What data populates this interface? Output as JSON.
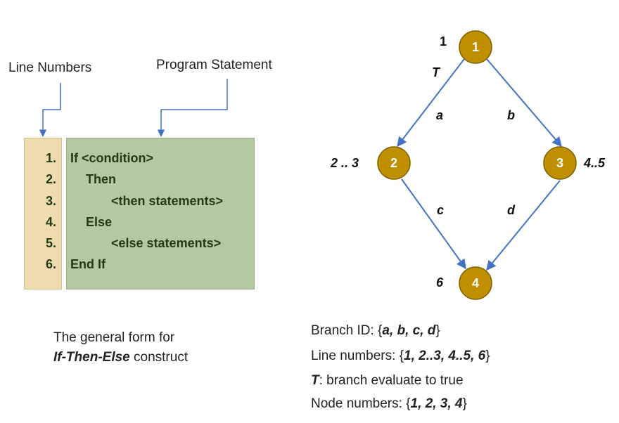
{
  "labels": {
    "line_numbers": "Line Numbers",
    "program_statement": "Program Statement"
  },
  "code": {
    "line_numbers": [
      "1.",
      "2.",
      "3.",
      "4.",
      "5.",
      "6."
    ],
    "statements": [
      "If <condition>",
      "Then",
      "<then statements>",
      "Else",
      "<else statements>",
      "End If"
    ]
  },
  "caption": {
    "line1": "The general form for",
    "line2_emphasis": "If-Then-Else",
    "line2_rest": " construct"
  },
  "graph": {
    "nodes": [
      {
        "id": "1",
        "side_label": "1"
      },
      {
        "id": "2",
        "side_label": "2 .. 3"
      },
      {
        "id": "3",
        "side_label": "4..5"
      },
      {
        "id": "4",
        "side_label": "6"
      }
    ],
    "edges": [
      {
        "from": "1",
        "to": "2",
        "label": "a"
      },
      {
        "from": "1",
        "to": "3",
        "label": "b"
      },
      {
        "from": "2",
        "to": "4",
        "label": "c"
      },
      {
        "from": "3",
        "to": "4",
        "label": "d"
      }
    ],
    "true_marker": "T",
    "colors": {
      "node_fill": "#bf8f00",
      "node_stroke": "#7f6000",
      "edge": "#4472c4"
    }
  },
  "info": {
    "branch_prefix": "Branch ID: {",
    "branch_values": "a, b, c, d",
    "line_prefix": "Line numbers: {",
    "line_values": "1, 2..3, 4..5, 6",
    "t_label": "T",
    "t_text": ": branch evaluate to true",
    "node_prefix": "Node numbers: {",
    "node_values": "1, 2, 3, 4",
    "close": "}"
  }
}
